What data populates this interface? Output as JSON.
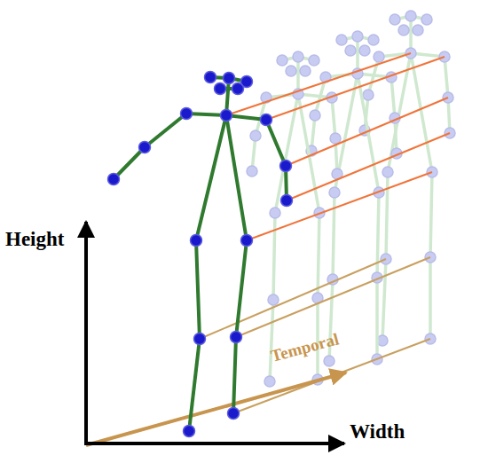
{
  "diagram": {
    "labels": [
      "Height",
      "Width",
      "Temporal"
    ]
  }
}
